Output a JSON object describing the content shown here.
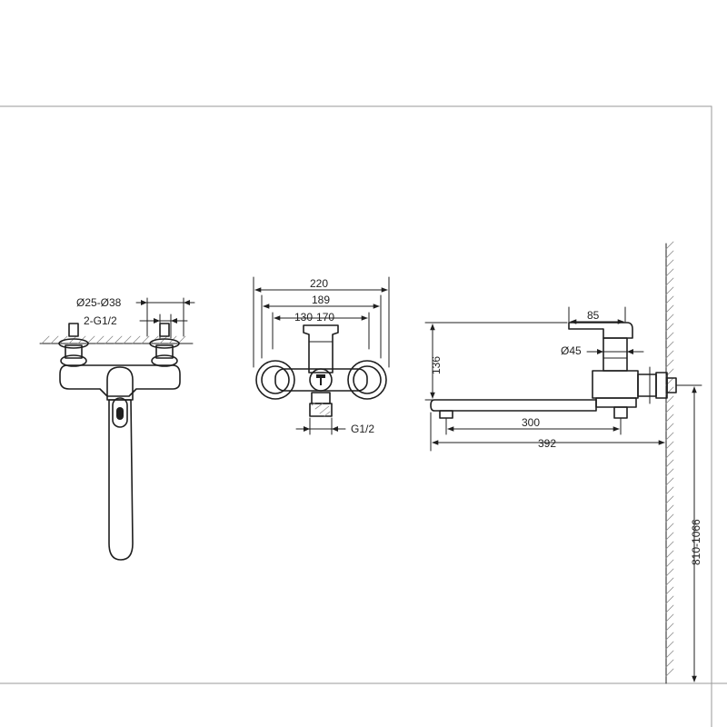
{
  "labels": {
    "pipe_diameter": "Ø25-Ø38",
    "inlet_thread": "2-G1/2",
    "overall_width": "220",
    "inner_width": "189",
    "centres_range": "130-170",
    "outlet_thread": "G1/2",
    "lever_length": "85",
    "body_diameter": "Ø45",
    "height": "136",
    "spout_reach": "300",
    "total_reach": "392",
    "mount_height": "810-1066"
  }
}
